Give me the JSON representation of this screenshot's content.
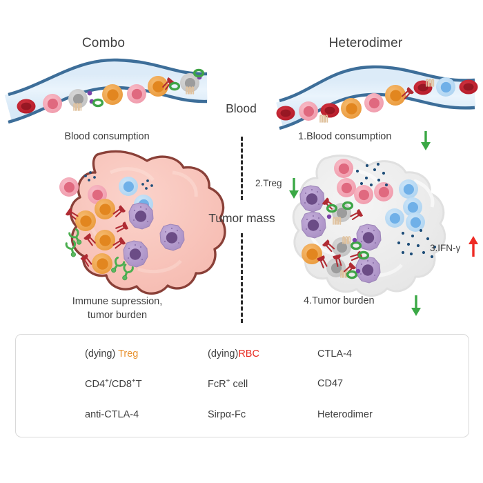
{
  "panels": {
    "left": {
      "title": "Combo"
    },
    "right": {
      "title": "Heterodimer"
    }
  },
  "zones": {
    "blood_label": "Blood",
    "tumor_label": "Tumor mass"
  },
  "captions": {
    "left_blood": "Blood consumption",
    "left_tumor_line1": "Immune supression,",
    "left_tumor_line2": "tumor burden",
    "right_blood": "1.Blood consumption",
    "right_treg": "2.Treg",
    "right_ifng": "3.IFN-γ",
    "right_tumor": "4.Tumor burden"
  },
  "arrows": {
    "blood_down": {
      "direction": "down",
      "color": "#3AA845"
    },
    "treg_down": {
      "direction": "down",
      "color": "#3AA845"
    },
    "ifng_up": {
      "direction": "up",
      "color": "#EE2B24"
    },
    "tumor_down": {
      "direction": "down",
      "color": "#3AA845"
    }
  },
  "legend": {
    "items": [
      {
        "id": "treg",
        "icon": "treg-pair-icon",
        "label_prefix": "(dying) ",
        "label_accent": "Treg",
        "accent_color": "#E8922F",
        "label_suffix": ""
      },
      {
        "id": "rbc",
        "icon": "rbc-pair-icon",
        "label_prefix": "(dying)",
        "label_accent": "RBC",
        "accent_color": "#E8281E",
        "label_suffix": ""
      },
      {
        "id": "ctla4",
        "icon": "ctla4-icon",
        "label_prefix": "",
        "label_accent": "",
        "accent_color": "",
        "label_suffix": "CTLA-4"
      },
      {
        "id": "tcells",
        "icon": "tcell-pair-icon",
        "label_prefix": "",
        "label_accent": "",
        "accent_color": "",
        "label_suffix": "CD4+/CD8+T"
      },
      {
        "id": "fcr",
        "icon": "fcr-cell-icon",
        "label_prefix": "",
        "label_accent": "",
        "accent_color": "",
        "label_suffix": "FcR+ cell"
      },
      {
        "id": "cd47",
        "icon": "cd47-icon",
        "label_prefix": "",
        "label_accent": "",
        "accent_color": "",
        "label_suffix": "CD47"
      },
      {
        "id": "anti_ctla4",
        "icon": "antibody-icon",
        "label_prefix": "",
        "label_accent": "",
        "accent_color": "",
        "label_suffix": "anti-CTLA-4"
      },
      {
        "id": "sirpa_fc",
        "icon": "sirpa-fc-icon",
        "label_prefix": "",
        "label_accent": "",
        "accent_color": "",
        "label_suffix": "Sirpα-Fc"
      },
      {
        "id": "heterodimer",
        "icon": "heterodimer-icon",
        "label_prefix": "",
        "label_accent": "",
        "accent_color": "",
        "label_suffix": "Heterodimer"
      }
    ]
  },
  "colors": {
    "vessel_wall": "#3D6E99",
    "vessel_lumen": "#E3F0FA",
    "tumor_left_fill": "#F8C6BD",
    "tumor_left_outline": "#8A4038",
    "tumor_right_fill": "#EDEDED",
    "tumor_right_outline": "#E2E2E2",
    "treg_outer": "#EFA34A",
    "treg_inner": "#E2861F",
    "dying_outer": "#C9C9C9",
    "dying_inner": "#9A9A9A",
    "cd4_outer": "#F4A6B4",
    "cd4_inner": "#E0697F",
    "cd8_outer": "#B5D8F2",
    "cd8_inner": "#6FB0E8",
    "rbc": "#C8202E",
    "rbc_dark": "#8E1420",
    "fcr_outer": "#B49BCB",
    "fcr_inner": "#6B4C86",
    "antibody_green": "#4CAF50",
    "sirpa_purple": "#7B42A8",
    "ctla4_red": "#B02B33",
    "cd47_tan": "#E3C9A8",
    "ifng_dot": "#1F4E79",
    "text": "#3f3f3f"
  }
}
